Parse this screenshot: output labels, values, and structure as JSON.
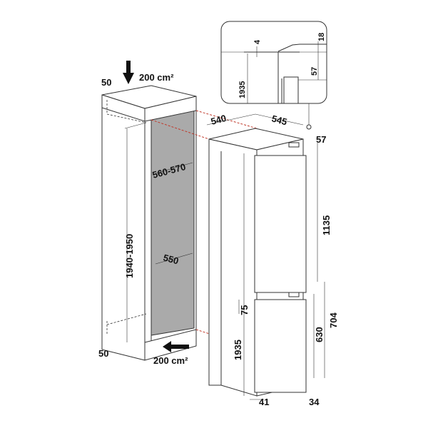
{
  "detail_inset": {
    "gap_top": "4",
    "gap_right": "18",
    "height": "1935",
    "offset": "57"
  },
  "cabinet": {
    "top_clearance": "50",
    "top_vent": "200 cm²",
    "opening_width": "560-570",
    "opening_height": "1940-1950",
    "depth": "550",
    "bottom_clearance": "50",
    "bottom_vent": "200 cm²"
  },
  "appliance": {
    "width": "540",
    "depth": "545",
    "top_offset": "57",
    "upper_door": "1135",
    "gap": "75",
    "lower_section": "704",
    "height": "1935",
    "lower_door": "630",
    "bottom_right": "34",
    "plinth": "41"
  },
  "colors": {
    "interior": "#aaaaaa",
    "dash": "#c0392b",
    "line": "#333333"
  }
}
